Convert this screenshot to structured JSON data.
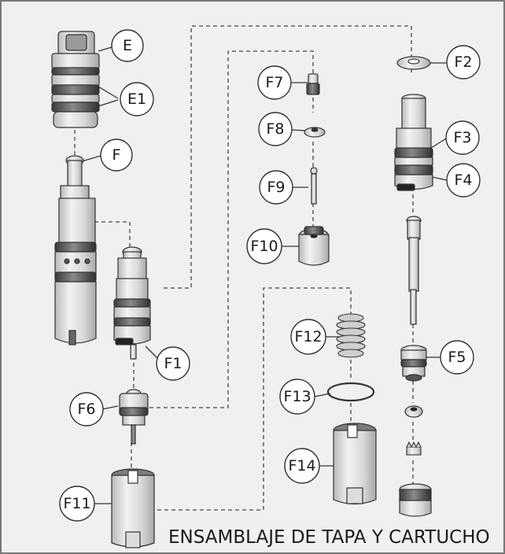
{
  "title": "ENSAMBLAJE DE TAPA Y CARTUCHO",
  "colors": {
    "background": "#f0f0f0",
    "border": "#777777",
    "part_light": "#e2e2e2",
    "part_mid": "#c8c8c8",
    "part_dark": "#555555",
    "ring": "#2a2a2a",
    "outline": "#333333",
    "callout_fill": "#ffffff",
    "dash": "#444444"
  },
  "callouts": [
    {
      "id": "E",
      "label": "E"
    },
    {
      "id": "E1",
      "label": "E1"
    },
    {
      "id": "F",
      "label": "F"
    },
    {
      "id": "F1",
      "label": "F1"
    },
    {
      "id": "F2",
      "label": "F2"
    },
    {
      "id": "F3",
      "label": "F3"
    },
    {
      "id": "F4",
      "label": "F4"
    },
    {
      "id": "F5",
      "label": "F5"
    },
    {
      "id": "F6",
      "label": "F6"
    },
    {
      "id": "F7",
      "label": "F7"
    },
    {
      "id": "F8",
      "label": "F8"
    },
    {
      "id": "F9",
      "label": "F9"
    },
    {
      "id": "F10",
      "label": "F10"
    },
    {
      "id": "F11",
      "label": "F11"
    },
    {
      "id": "F12",
      "label": "F12"
    },
    {
      "id": "F13",
      "label": "F13"
    },
    {
      "id": "F14",
      "label": "F14"
    }
  ]
}
